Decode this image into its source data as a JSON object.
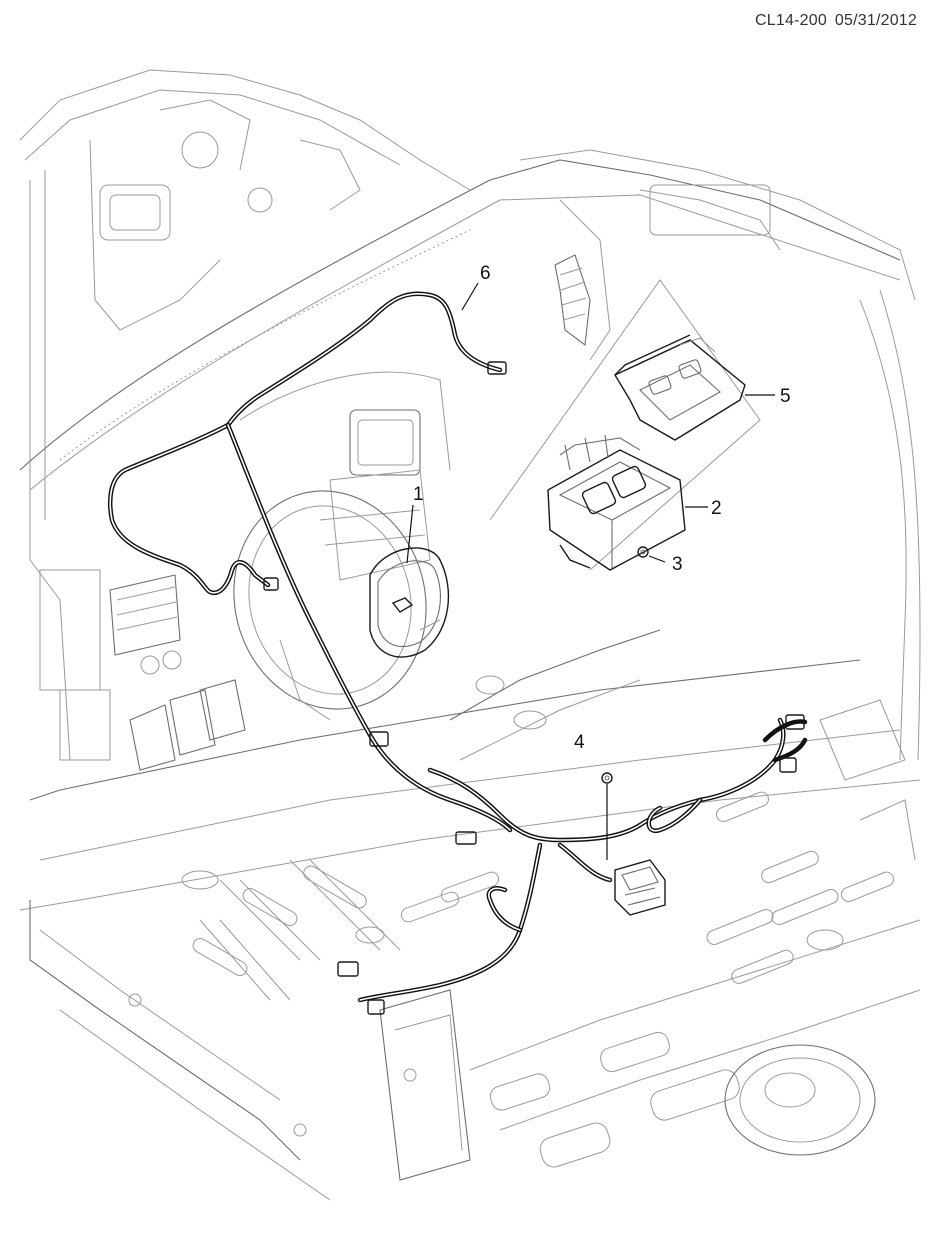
{
  "header": {
    "code": "CL14-200",
    "date": "05/31/2012"
  },
  "callouts": [
    {
      "id": "callout-1",
      "number": "1"
    },
    {
      "id": "callout-2",
      "number": "2"
    },
    {
      "id": "callout-3",
      "number": "3"
    },
    {
      "id": "callout-4",
      "number": "4"
    },
    {
      "id": "callout-5",
      "number": "5"
    },
    {
      "id": "callout-6",
      "number": "6"
    }
  ]
}
